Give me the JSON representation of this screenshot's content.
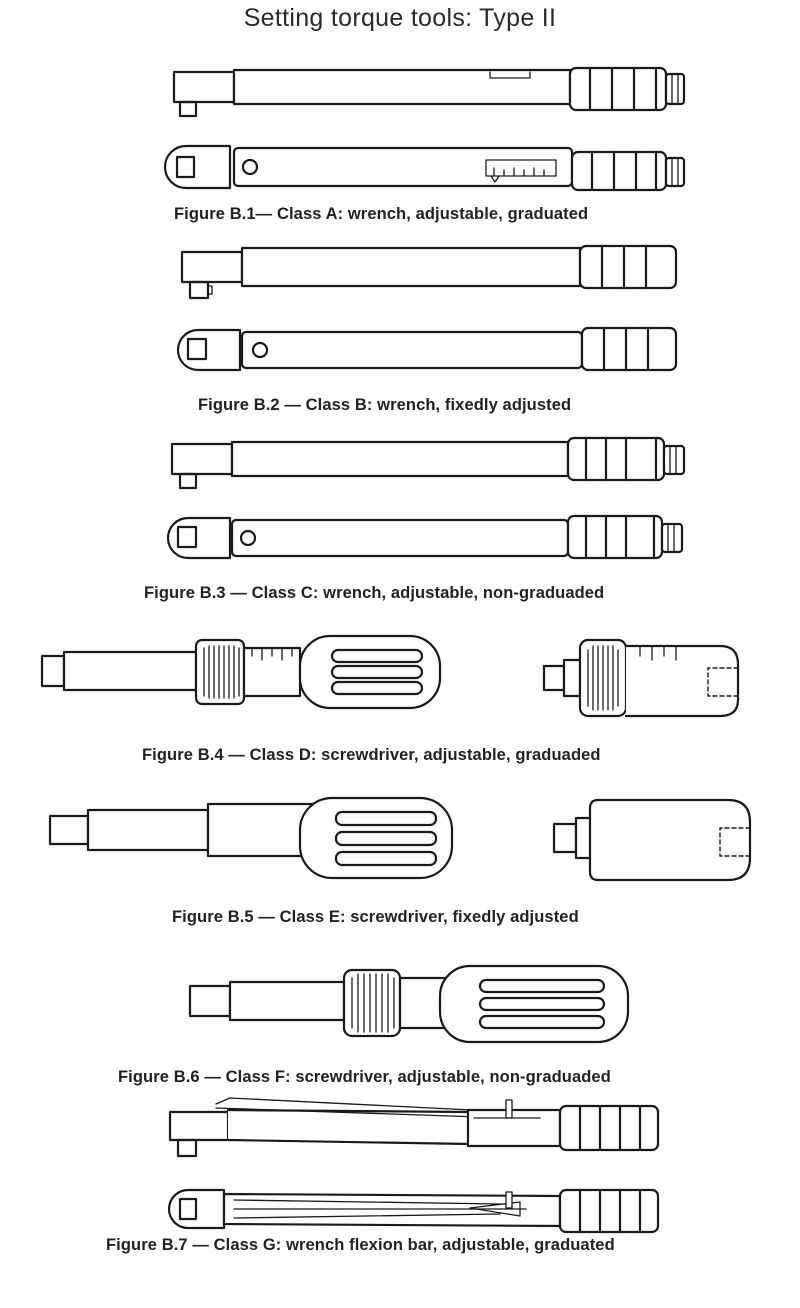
{
  "title": "Setting torque tools: Type II",
  "figures": [
    {
      "id": "b1",
      "caption": "Figure B.1— Class A: wrench, adjustable, graduated",
      "icon": "adjustable-graduated-wrench-icon"
    },
    {
      "id": "b2",
      "caption": "Figure B.2 — Class B: wrench, fixedly adjusted",
      "icon": "fixed-adjusted-wrench-icon"
    },
    {
      "id": "b3",
      "caption": "Figure B.3 — Class C: wrench, adjustable, non-graduaded",
      "icon": "adjustable-non-graduated-wrench-icon"
    },
    {
      "id": "b4",
      "caption": "Figure B.4 — Class D: screwdriver, adjustable, graduaded",
      "icon": "adjustable-graduated-screwdriver-icon"
    },
    {
      "id": "b5",
      "caption": "Figure B.5 — Class E: screwdriver, fixedly adjusted",
      "icon": "fixed-adjusted-screwdriver-icon"
    },
    {
      "id": "b6",
      "caption": "Figure B.6 — Class F: screwdriver, adjustable, non-graduaded",
      "icon": "adjustable-non-graduated-screwdriver-icon"
    },
    {
      "id": "b7",
      "caption": "Figure B.7 — Class G: wrench flexion bar, adjustable, graduated",
      "icon": "flexion-bar-wrench-icon"
    }
  ]
}
